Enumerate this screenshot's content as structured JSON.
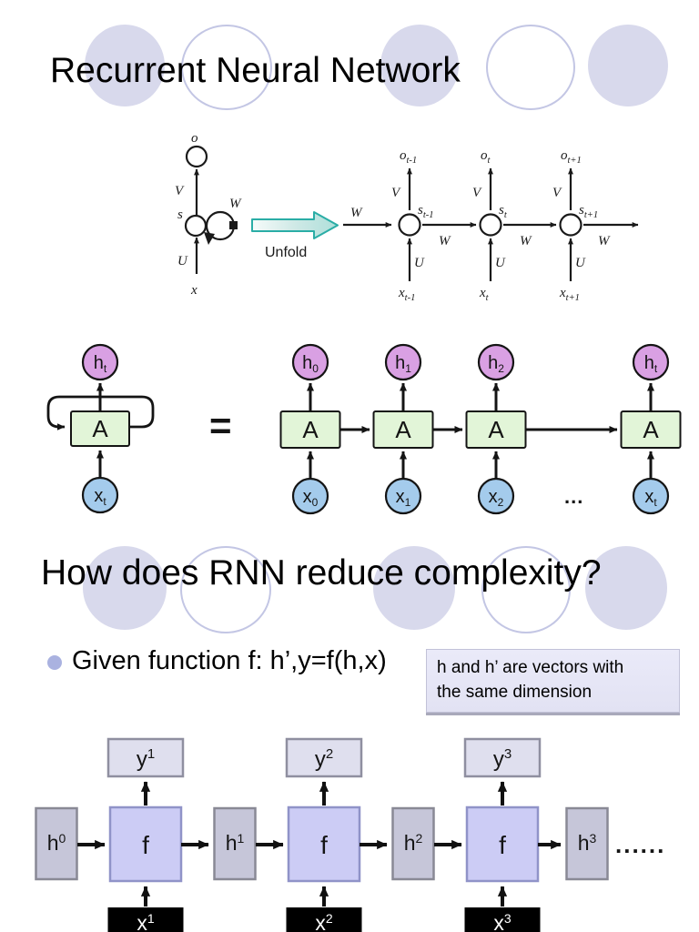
{
  "slide1": {
    "title": "Recurrent Neural Network",
    "unfold": {
      "rolled": {
        "o": "o",
        "v": "V",
        "s": "s",
        "w": "W",
        "u": "U",
        "x": "x"
      },
      "unfold_label": "Unfold",
      "w_in": "W",
      "cols": [
        {
          "o": "o",
          "o_sub": "t-1",
          "v": "V",
          "s": "s",
          "s_sub": "t-1",
          "u": "U",
          "x": "x",
          "x_sub": "t-1",
          "w": "W"
        },
        {
          "o": "o",
          "o_sub": "t",
          "v": "V",
          "s": "s",
          "s_sub": "t",
          "u": "U",
          "x": "x",
          "x_sub": "t",
          "w": "W"
        },
        {
          "o": "o",
          "o_sub": "t+1",
          "v": "V",
          "s": "s",
          "s_sub": "t+1",
          "u": "U",
          "x": "x",
          "x_sub": "t+1",
          "w": "W"
        }
      ]
    },
    "chain": {
      "folded": {
        "h": "h",
        "h_sub": "t",
        "block": "A",
        "x": "x",
        "x_sub": "t"
      },
      "equals": "=",
      "units": [
        {
          "h": "h",
          "h_sub": "0",
          "block": "A",
          "x": "x",
          "x_sub": "0"
        },
        {
          "h": "h",
          "h_sub": "1",
          "block": "A",
          "x": "x",
          "x_sub": "1"
        },
        {
          "h": "h",
          "h_sub": "2",
          "block": "A",
          "x": "x",
          "x_sub": "2"
        },
        {
          "h": "h",
          "h_sub": "t",
          "block": "A",
          "x": "x",
          "x_sub": "t"
        }
      ],
      "ellipsis": "..."
    }
  },
  "slide2": {
    "title": "How does RNN reduce complexity?",
    "bullet": "Given function f: h’,y=f(h,x)",
    "note_line1": "h and h’ are vectors with",
    "note_line2": "the same dimension",
    "fchain": {
      "h_labels": [
        {
          "base": "h",
          "sup": "0"
        },
        {
          "base": "h",
          "sup": "1"
        },
        {
          "base": "h",
          "sup": "2"
        },
        {
          "base": "h",
          "sup": "3"
        }
      ],
      "f_labels": [
        "f",
        "f",
        "f"
      ],
      "y_labels": [
        {
          "base": "y",
          "sup": "1"
        },
        {
          "base": "y",
          "sup": "2"
        },
        {
          "base": "y",
          "sup": "3"
        }
      ],
      "x_labels": [
        {
          "base": "x",
          "sup": "1"
        },
        {
          "base": "x",
          "sup": "2"
        },
        {
          "base": "x",
          "sup": "3"
        }
      ],
      "ellipsis": "......"
    }
  },
  "colors": {
    "h_circle": "#d9a0e3",
    "x_circle": "#a4cbec",
    "a_block": "#e2f5d8",
    "f_block": "#ccccf5",
    "h_box": "#c6c6d9",
    "y_box": "#dfdfee",
    "x_box": "#000000",
    "teal_arrow_outline": "#2aada6",
    "decor_ellipse": "#d8d9ec",
    "note_bg": "#e8e8f8",
    "bullet": "#aab2e0"
  }
}
